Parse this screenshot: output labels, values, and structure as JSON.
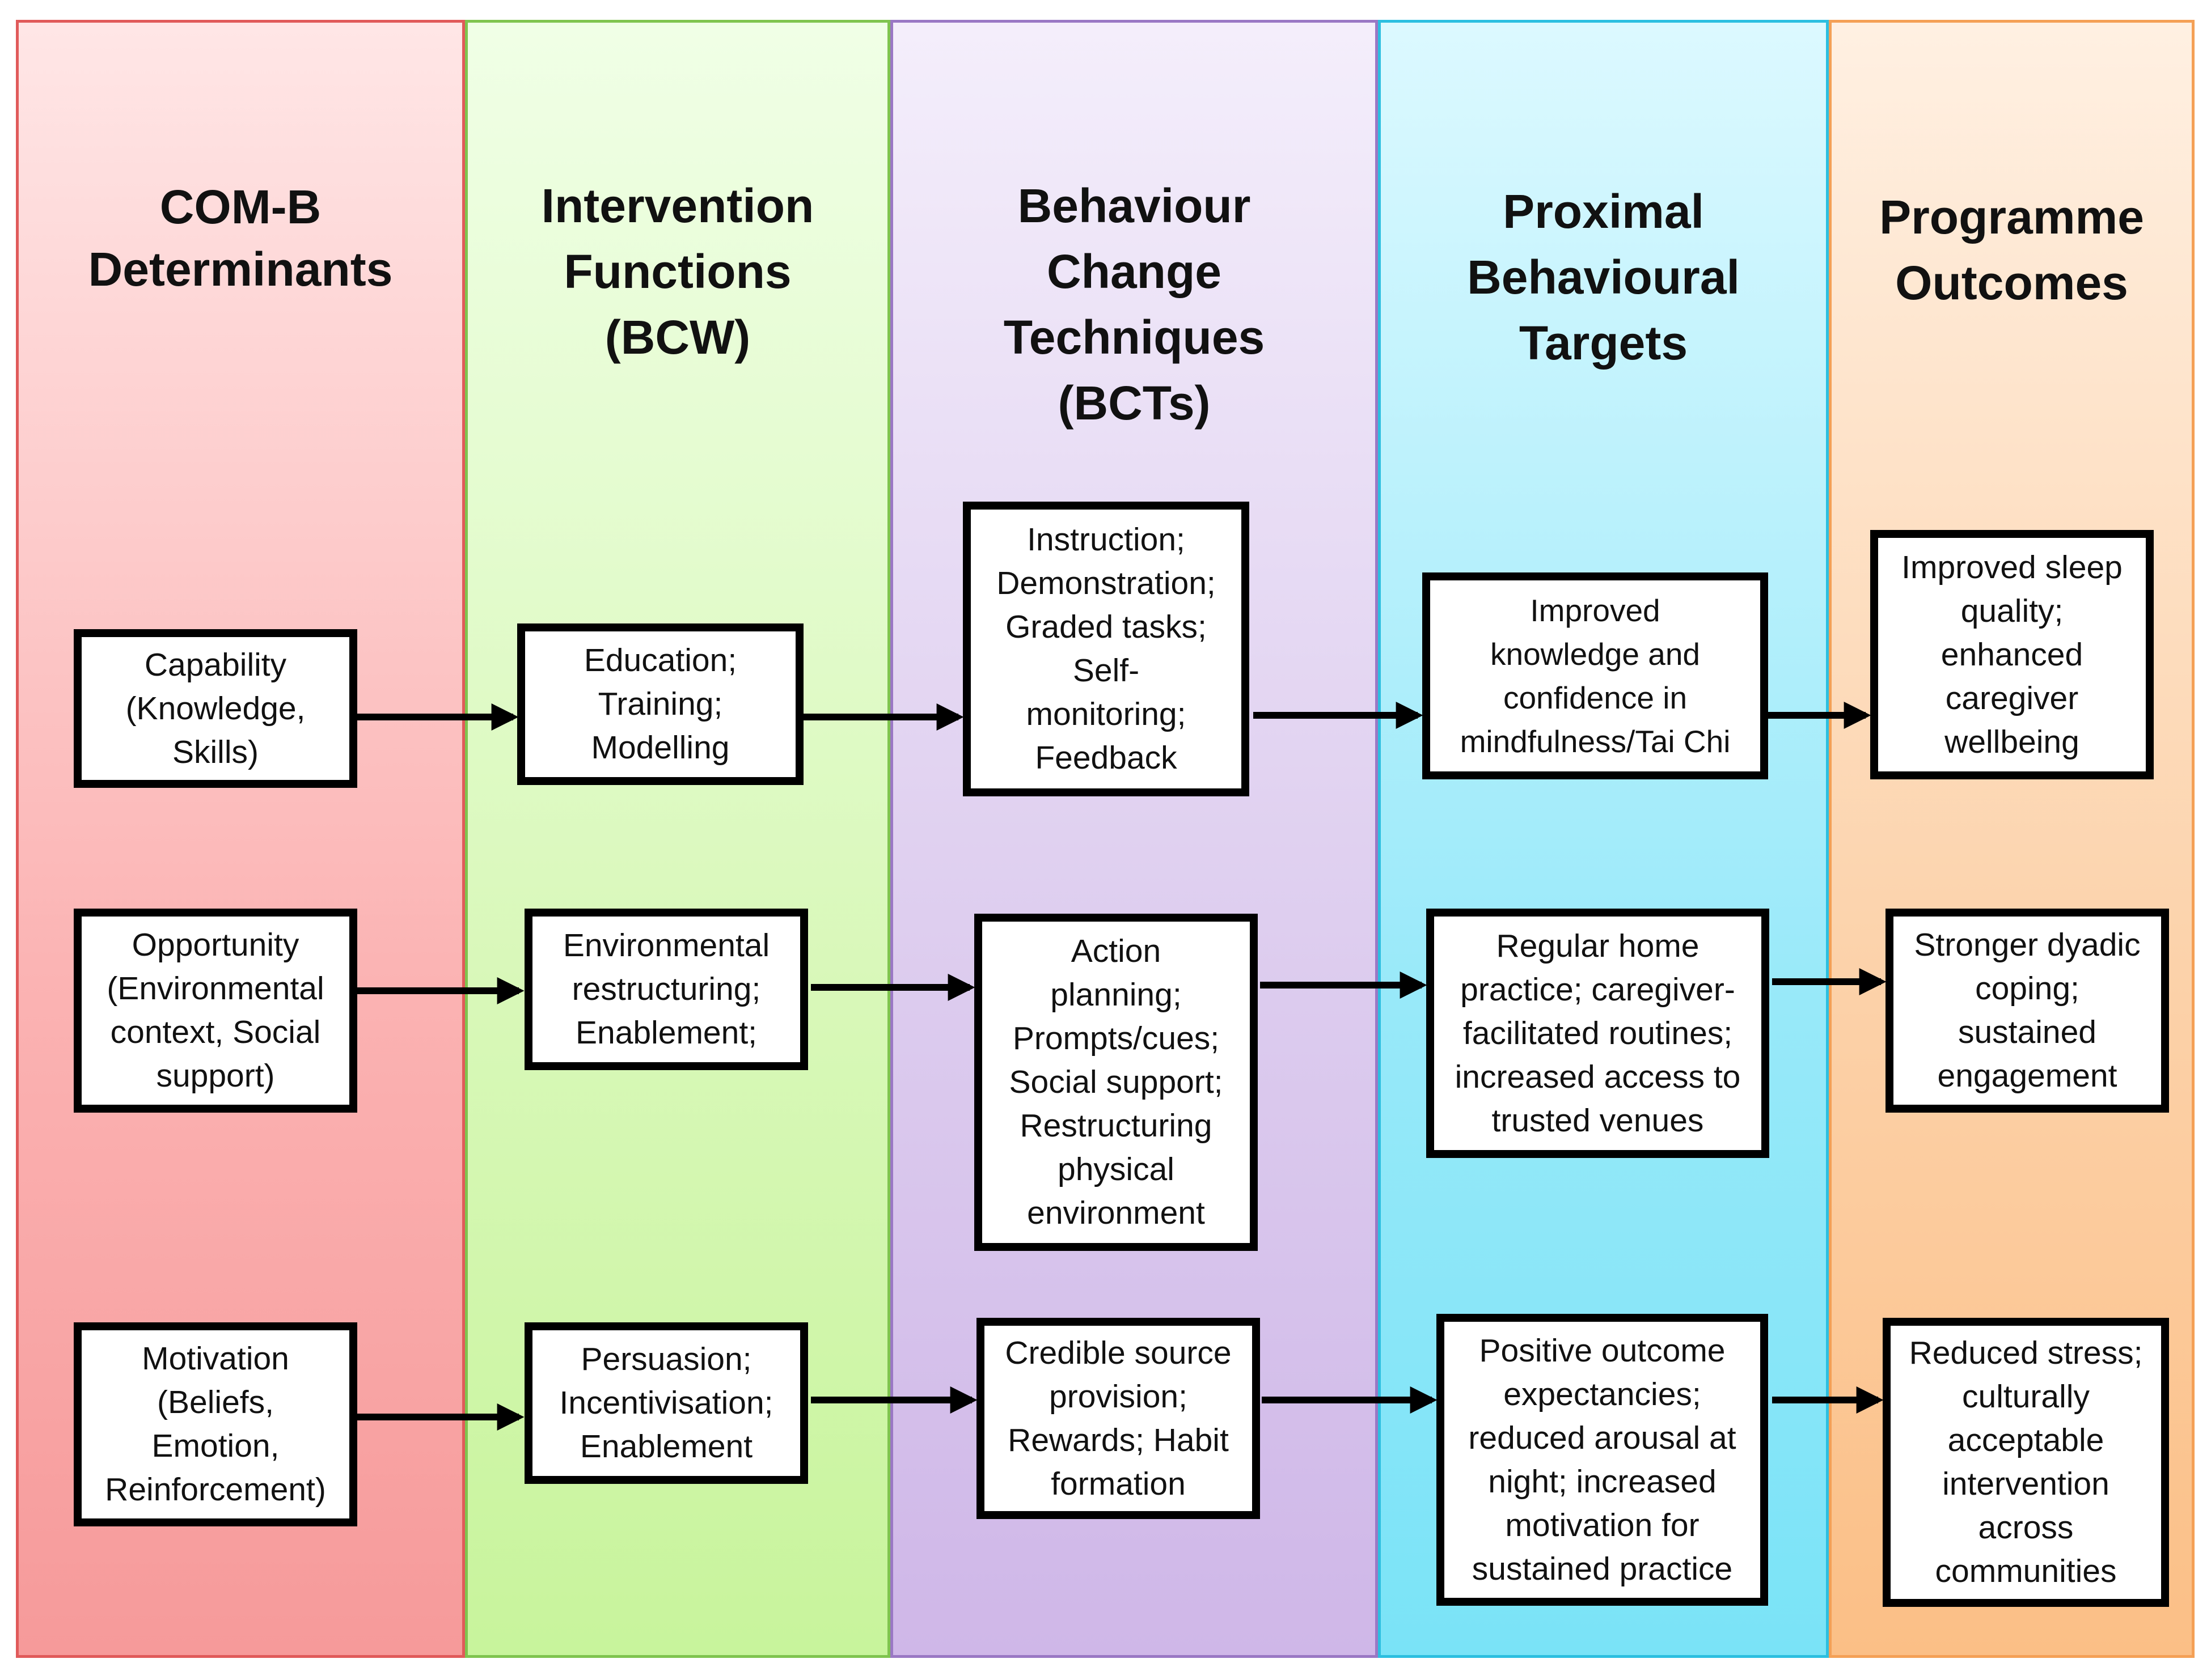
{
  "columns": [
    {
      "id": "comb",
      "title": "COM-B\nDeterminants"
    },
    {
      "id": "functions",
      "title": "Intervention\nFunctions\n(BCW)"
    },
    {
      "id": "bcts",
      "title": "Behaviour\nChange\nTechniques\n(BCTs)"
    },
    {
      "id": "targets",
      "title": "Proximal\nBehavioural\nTargets"
    },
    {
      "id": "outcomes",
      "title": "Programme\nOutcomes"
    }
  ],
  "rows": [
    {
      "determinant": "Capability\n(Knowledge,\nSkills)",
      "function": "Education;\nTraining;\nModelling",
      "bct": "Instruction;\nDemonstration;\nGraded tasks;\nSelf-\nmonitoring;\nFeedback",
      "target": "Improved\nknowledge and\nconfidence in\nmindfulness/Tai Chi",
      "outcome": "Improved sleep\nquality;\nenhanced\ncaregiver\nwellbeing"
    },
    {
      "determinant": "Opportunity\n(Environmental\ncontext, Social\nsupport)",
      "function": "Environmental\nrestructuring;\nEnablement;",
      "bct": "Action\nplanning;\nPrompts/cues;\nSocial support;\nRestructuring\nphysical\nenvironment",
      "target": "Regular home\npractice; caregiver-\nfacilitated routines;\nincreased access to\ntrusted venues",
      "outcome": "Stronger dyadic\ncoping;\nsustained\nengagement"
    },
    {
      "determinant": "Motivation\n(Beliefs,\nEmotion,\nReinforcement)",
      "function": "Persuasion;\nIncentivisation;\nEnablement",
      "bct": "Credible source\nprovision;\nRewards; Habit\nformation",
      "target": "Positive outcome\nexpectancies;\nreduced arousal at\nnight; increased\nmotivation for\nsustained practice",
      "outcome": "Reduced stress;\nculturally\nacceptable\nintervention\nacross\ncommunities"
    }
  ]
}
